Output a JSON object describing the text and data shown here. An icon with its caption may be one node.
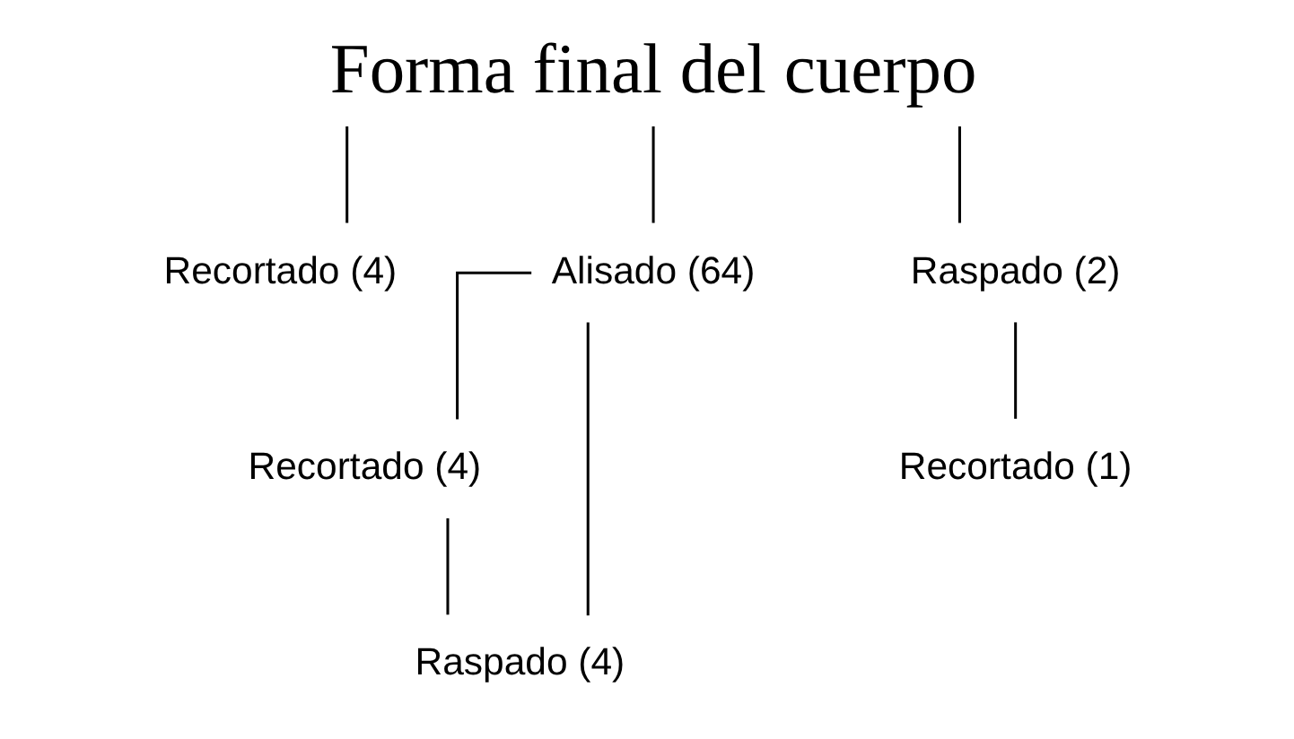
{
  "diagram": {
    "nodes": [
      {
        "text": [
          "Forma final del cuerpo"
        ]
      },
      {
        "text": [
          "Recortado (4)"
        ]
      },
      {
        "text": [
          "Alisado (64)"
        ]
      },
      {
        "text": [
          "Raspado (2)"
        ]
      },
      {
        "text": [
          "Recortado (4)"
        ]
      },
      {
        "text": [
          "Recortado (1)"
        ]
      },
      {
        "text": [
          "Raspado (4)"
        ]
      }
    ],
    "edges": [
      {
        "from": 0,
        "to": 1,
        "arrow": "none"
      },
      {
        "from": 0,
        "to": 2,
        "arrow": "none"
      },
      {
        "from": 0,
        "to": 3,
        "arrow": "none"
      },
      {
        "from": 2,
        "to": 4,
        "arrow": "none"
      },
      {
        "from": 2,
        "to": 6,
        "arrow": "none"
      },
      {
        "from": 4,
        "to": 6,
        "arrow": "none"
      },
      {
        "from": 3,
        "to": 5,
        "arrow": "none"
      }
    ]
  }
}
